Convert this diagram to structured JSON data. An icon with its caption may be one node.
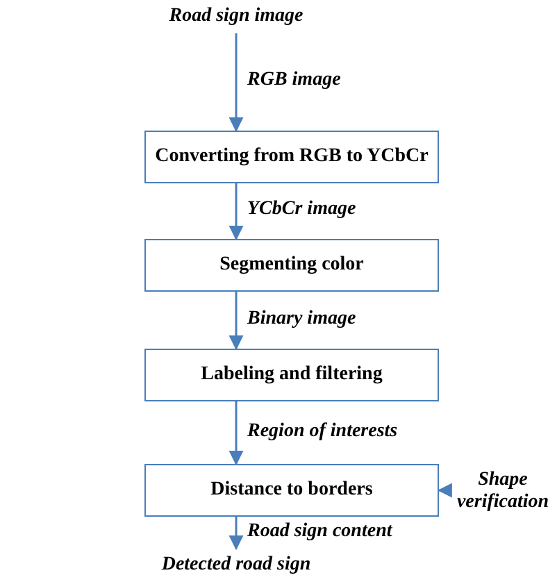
{
  "diagram": {
    "nodes": [
      {
        "text": [
          "Road sign image"
        ]
      },
      {
        "text": [
          "Converting from RGB to YCbCr"
        ]
      },
      {
        "text": [
          "Segmenting color"
        ]
      },
      {
        "text": [
          "Labeling and filtering"
        ]
      },
      {
        "text": [
          "Distance to borders"
        ]
      },
      {
        "text": [
          "Shape verification"
        ]
      },
      {
        "text": [
          "Detected road sign"
        ]
      }
    ],
    "edges": [
      {
        "from": 0,
        "to": 1,
        "arrow": "to",
        "label": "RGB image"
      },
      {
        "from": 1,
        "to": 2,
        "arrow": "to",
        "label": "YCbCr image"
      },
      {
        "from": 2,
        "to": 3,
        "arrow": "to",
        "label": "Binary image"
      },
      {
        "from": 3,
        "to": 4,
        "arrow": "to",
        "label": "Region of interests"
      },
      {
        "from": 5,
        "to": 4,
        "arrow": "to"
      },
      {
        "from": 4,
        "to": 6,
        "arrow": "to",
        "label": "Road sign content"
      }
    ]
  }
}
